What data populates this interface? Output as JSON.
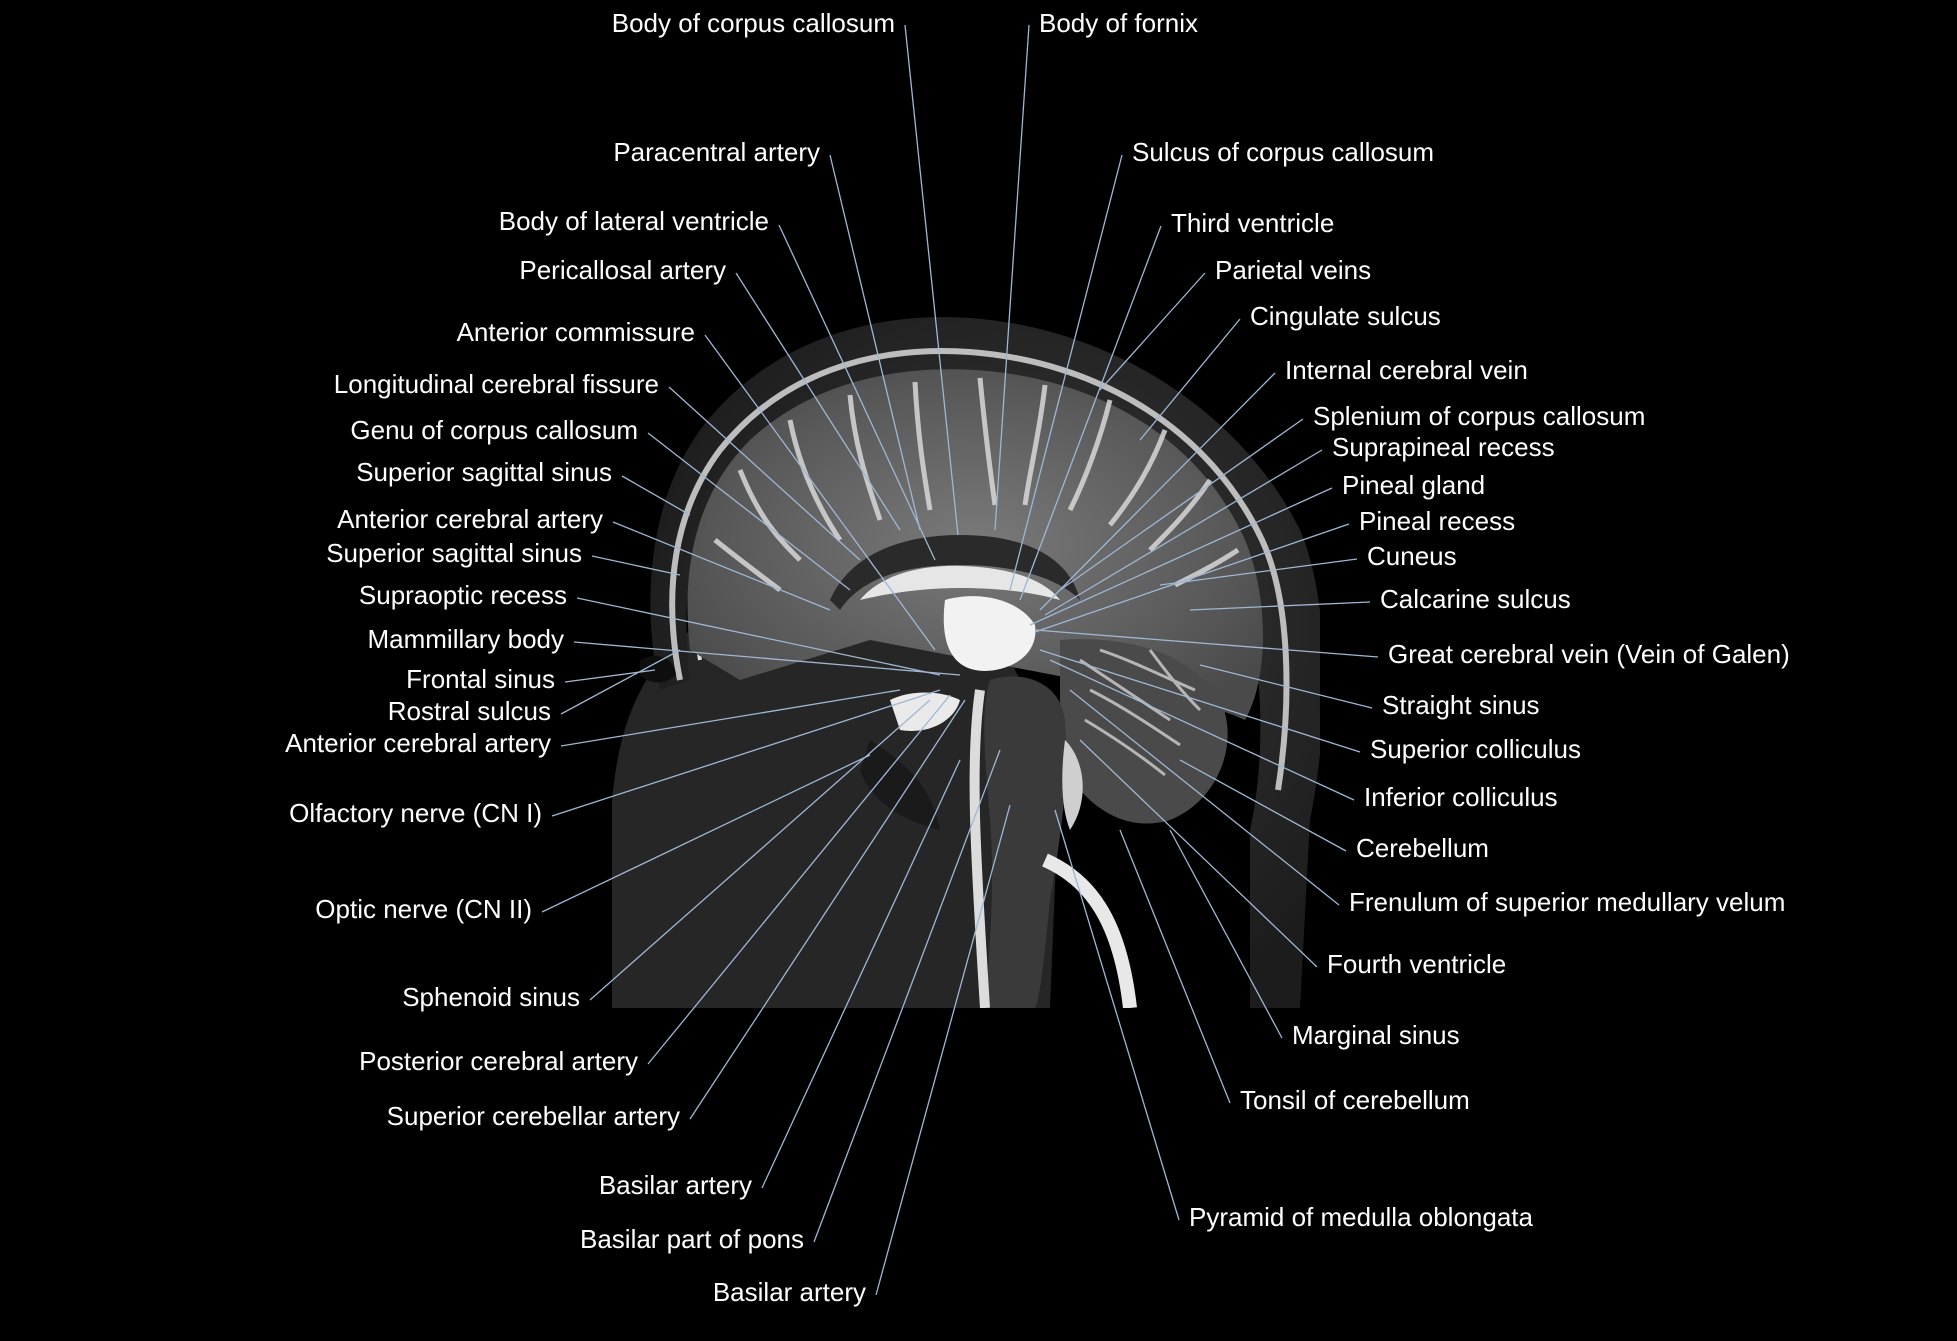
{
  "figure": {
    "background_color": "#000000",
    "label_color": "#ffffff",
    "leader_line_color": "#9fb7d4",
    "image_description_visible": "T2-weighted midsagittal MRI of the head"
  },
  "labels_left": [
    "Body of corpus callosum",
    "Paracentral artery",
    "Body of lateral ventricle",
    "Pericallosal artery",
    "Anterior commissure",
    "Longitudinal cerebral fissure",
    "Genu of corpus callosum",
    "Superior sagittal sinus",
    "Anterior cerebral artery",
    "Superior sagittal sinus",
    "Supraoptic recess",
    "Mammillary body",
    "Frontal sinus",
    "Rostral sulcus",
    "Anterior cerebral artery",
    "Olfactory nerve (CN I)",
    "Optic nerve (CN II)",
    "Sphenoid sinus",
    "Posterior cerebral artery",
    "Superior cerebellar artery",
    "Basilar artery",
    "Basilar part of pons",
    "Basilar artery"
  ],
  "labels_right": [
    "Body of fornix",
    "Sulcus of corpus callosum",
    "Third ventricle",
    "Parietal veins",
    "Cingulate sulcus",
    "Internal cerebral vein",
    "Splenium of corpus callosum",
    "Suprapineal recess",
    "Pineal gland",
    "Pineal recess",
    "Cuneus",
    "Calcarine sulcus",
    "Great cerebral vein (Vein of Galen)",
    "Straight sinus",
    "Superior colliculus",
    "Inferior colliculus",
    "Cerebellum",
    "Frenulum of superior medullary velum",
    "Fourth ventricle",
    "Marginal sinus",
    "Tonsil of cerebellum",
    "Pyramid of medulla oblongata"
  ]
}
